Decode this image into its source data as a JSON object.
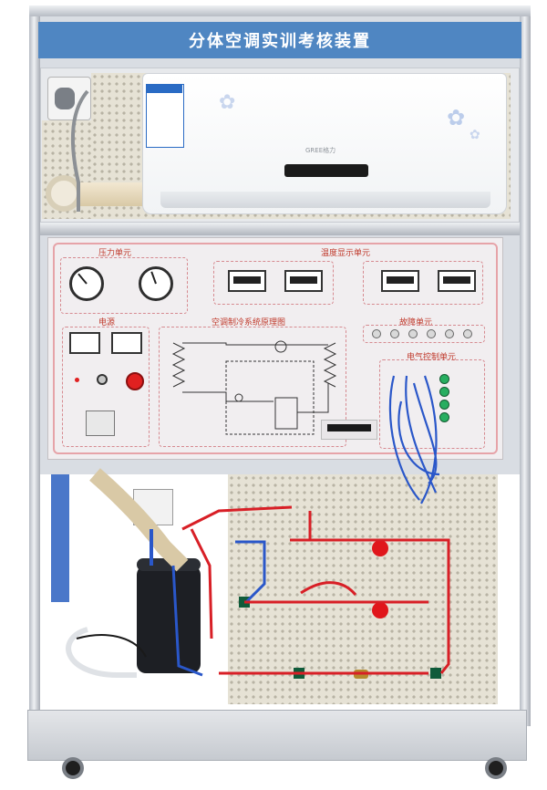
{
  "title": "分体空调实训考核装置",
  "sections": {
    "pressure": "压力单元",
    "temperature": "温度显示单元",
    "power": "电源",
    "schematic": "空调制冷系统原理图",
    "fault": "故障单元",
    "electrical": "电气控制单元"
  },
  "ac_brand": "GREE格力",
  "colors": {
    "title_bar": "#4f86c2",
    "panel_accent": "#e6a3a8",
    "refrigerant_hot": "#d81f26",
    "refrigerant_cold": "#2a57c9",
    "valve_body": "#0f5b3a"
  }
}
